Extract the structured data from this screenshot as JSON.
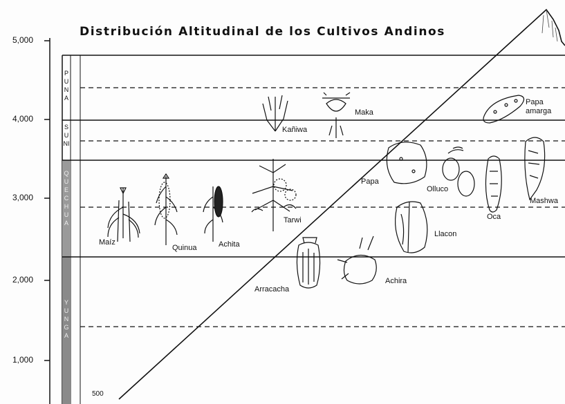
{
  "title": "Distribución Altitudinal de los Cultivos Andinos",
  "y_ticks": [
    "5,000",
    "4,000",
    "3,000",
    "2,000",
    "1,000"
  ],
  "base_label": "500",
  "zones": {
    "puna": "PUNA",
    "suni": "SUNI",
    "quechua": "QUECHUA",
    "yunga": "YUNGA"
  },
  "crops": {
    "maiz": "Maíz",
    "quinua": "Quinua",
    "achita": "Achita",
    "tarwi": "Tarwi",
    "kaniwa": "Kañiwa",
    "maka": "Maka",
    "papa_amarga": "Papa\namarga",
    "papa": "Papa",
    "olluco": "Olluco",
    "oca": "Oca",
    "mashwa": "Mashwa",
    "llacon": "Llacon",
    "arracacha": "Arracacha",
    "achira": "Achira"
  },
  "colors": {
    "ink": "#111111",
    "zone_shade": "#9a9a9a",
    "paper": "#fdfdfd"
  }
}
